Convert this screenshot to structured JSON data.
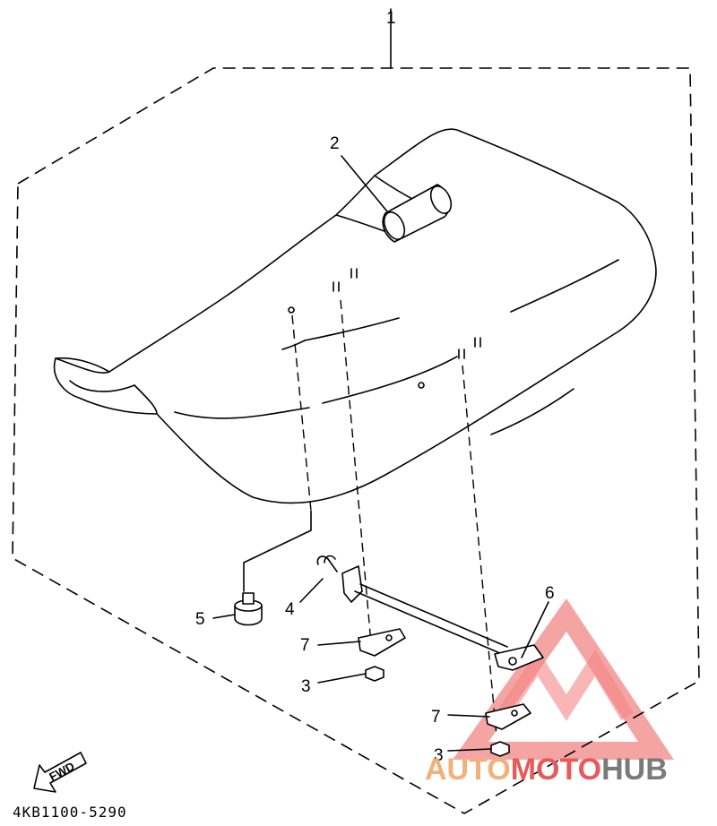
{
  "callouts": {
    "c1": "1",
    "c2": "2",
    "c3a": "3",
    "c3b": "3",
    "c4": "4",
    "c5": "5",
    "c6": "6",
    "c7a": "7",
    "c7b": "7"
  },
  "direction_marker": "FWD",
  "diagram_code": "4KB1100-5290",
  "watermark": {
    "part1": "AUTO",
    "part2": "MOTO",
    "part3": "HUB",
    "colors": {
      "auto": "#f2b07a",
      "moto": "#e85a5a",
      "hub": "#7a7a7a",
      "logo": "#f07070"
    }
  }
}
